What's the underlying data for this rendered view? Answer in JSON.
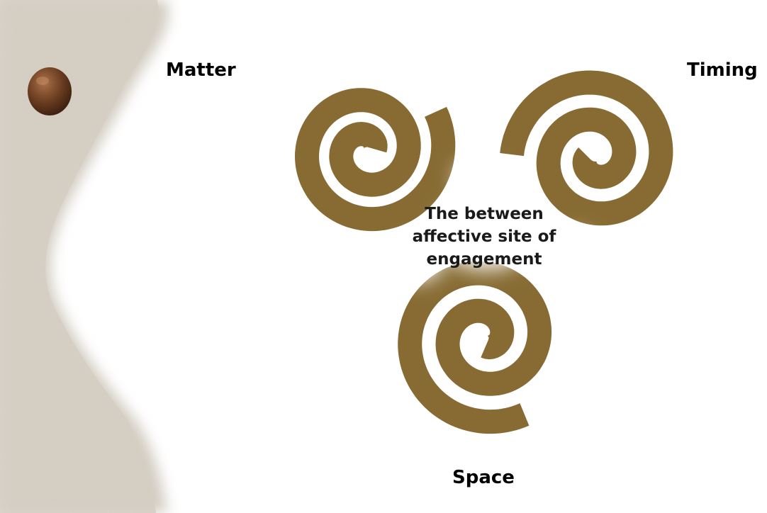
{
  "labels": {
    "matter": "Matter",
    "timing": "Timing",
    "space": "Space"
  },
  "center": {
    "line1": "The between",
    "line2": "affective site of",
    "line3": "engagement"
  },
  "colors": {
    "spiral": "#876b33",
    "sand": "#d3cdc2",
    "pebble": "#6e3f22",
    "background": "#ffffff"
  }
}
